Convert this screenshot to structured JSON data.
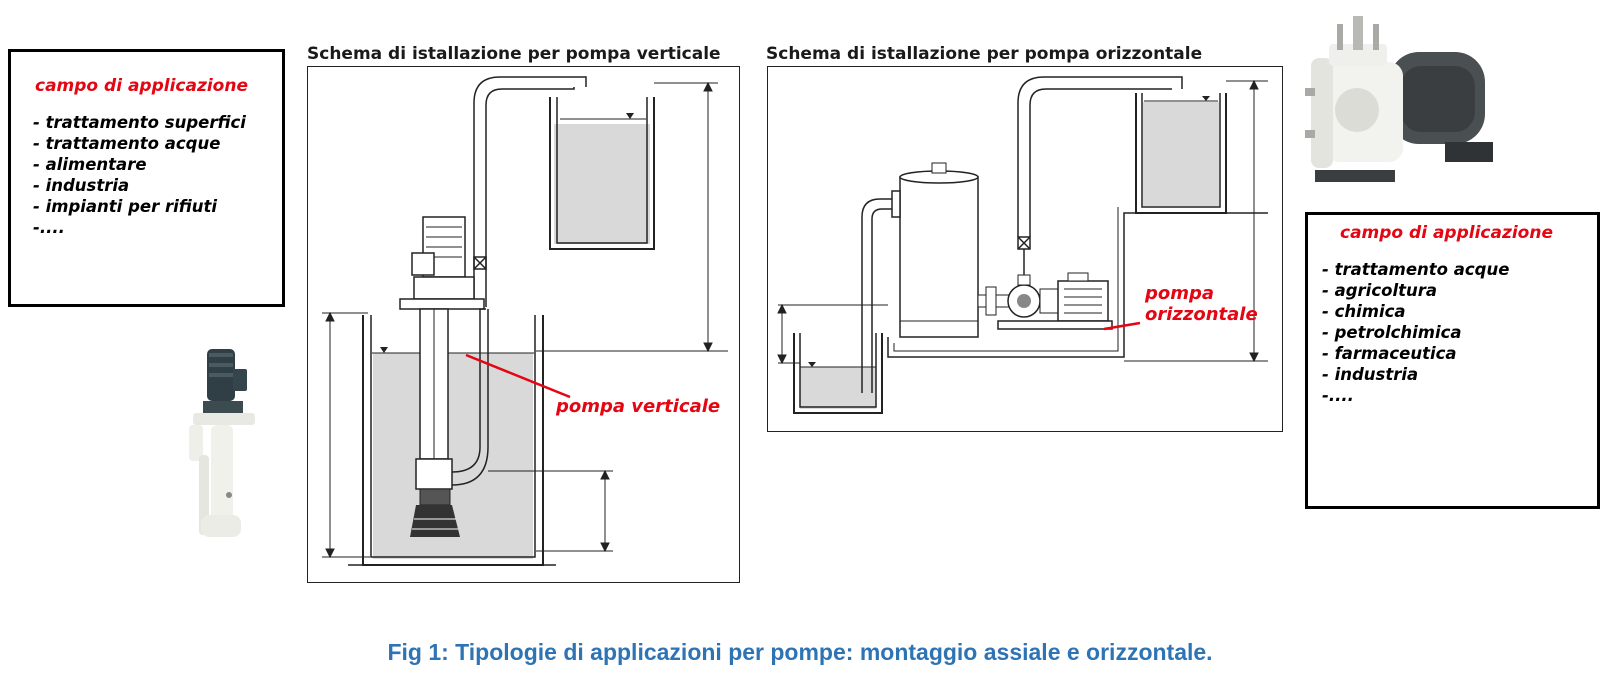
{
  "left_panel": {
    "title": "campo di applicazione",
    "items": [
      "- trattamento superfici",
      "- trattamento acque",
      "- alimentare",
      "- industria",
      "- impianti per rifiuti",
      "-...."
    ]
  },
  "right_panel": {
    "title": "campo di applicazione",
    "items": [
      "- trattamento acque",
      "- agricoltura",
      "- chimica",
      "- petrolchimica",
      "- farmaceutica",
      "- industria",
      "-...."
    ]
  },
  "schema_vertical": {
    "title": "Schema di istallazione per pompa verticale",
    "callout": "pompa verticale"
  },
  "schema_horizontal": {
    "title": "Schema di istallazione per pompa orizzontale",
    "callout_line1": "pompa",
    "callout_line2": "orizzontale"
  },
  "caption": "Fig 1: Tipologie di applicazioni per pompe: montaggio assiale e orizzontale.",
  "colors": {
    "callout_red": "#e30613",
    "caption_blue": "#2e74b5",
    "liquid_gray": "#d9d9d9"
  }
}
